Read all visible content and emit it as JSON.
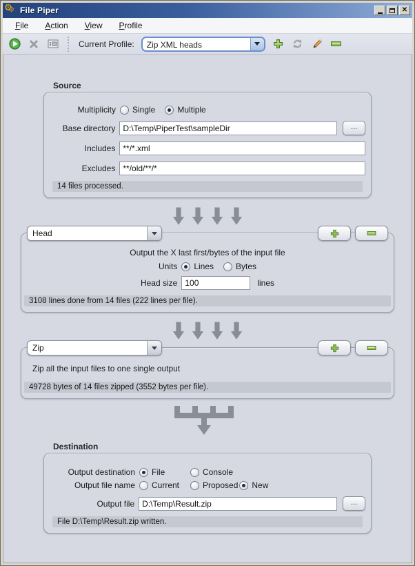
{
  "window": {
    "title": "File Piper"
  },
  "menu": {
    "items": [
      {
        "label": "File"
      },
      {
        "label": "Action"
      },
      {
        "label": "View"
      },
      {
        "label": "Profile"
      }
    ]
  },
  "toolbar": {
    "profile_label": "Current Profile:",
    "profile_value": "Zip XML heads"
  },
  "source": {
    "title": "Source",
    "multiplicity_label": "Multiplicity",
    "single_label": "Single",
    "multiple_label": "Multiple",
    "base_directory_label": "Base directory",
    "base_directory_value": "D:\\Temp\\PiperTest\\sampleDir",
    "browse_label": "...",
    "includes_label": "Includes",
    "includes_value": "**/*.xml",
    "excludes_label": "Excludes",
    "excludes_value": "**/old/**/*",
    "status": "14 files processed."
  },
  "head": {
    "type_value": "Head",
    "description": "Output the X last first/bytes of the input file",
    "units_label": "Units",
    "lines_label": "Lines",
    "bytes_label": "Bytes",
    "head_size_label": "Head size",
    "head_size_value": "100",
    "head_size_unit": "lines",
    "status": "3108 lines done from 14 files (222 lines per file)."
  },
  "zip": {
    "type_value": "Zip",
    "description": "Zip all the input files to one single output",
    "status": "49728 bytes of 14 files zipped (3552 bytes per file)."
  },
  "destination": {
    "title": "Destination",
    "output_destination_label": "Output destination",
    "file_label": "File",
    "console_label": "Console",
    "output_file_name_label": "Output file name",
    "current_label": "Current",
    "proposed_label": "Proposed",
    "new_label": "New",
    "output_file_label": "Output file",
    "output_file_value": "D:\\Temp\\Result.zip",
    "browse_label": "...",
    "status": "File D:\\Temp\\Result.zip written."
  },
  "colors": {
    "titlebar_start": "#24437c",
    "titlebar_end": "#8fadd9",
    "content_bg": "#d6d9e2",
    "status_strip": "#c5c8d1",
    "accent_green": "#7ab648",
    "arrow_gray": "#898d95"
  }
}
